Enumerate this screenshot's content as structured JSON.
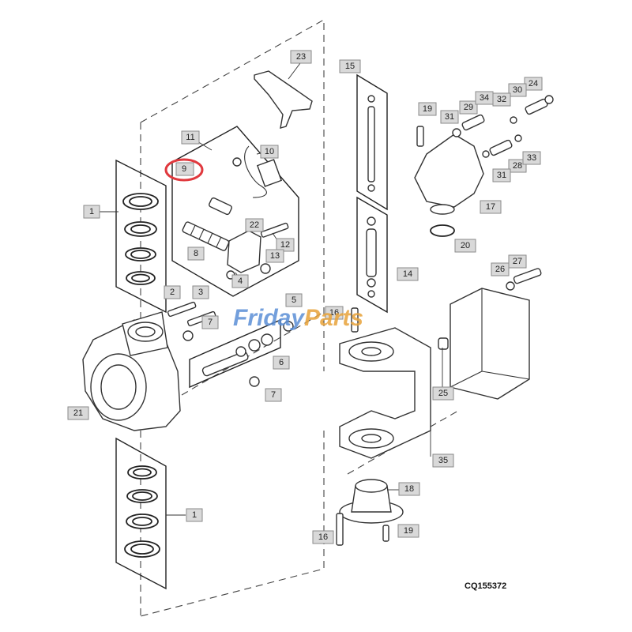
{
  "labels": [
    "1",
    "2",
    "3",
    "4",
    "5",
    "6",
    "7",
    "8",
    "9",
    "10",
    "11",
    "12",
    "13",
    "14",
    "15",
    "16",
    "17",
    "18",
    "19",
    "20",
    "21",
    "22",
    "23",
    "24",
    "25",
    "26",
    "27",
    "28",
    "29",
    "30",
    "31",
    "32",
    "33",
    "34",
    "35"
  ],
  "watermark": {
    "text1": "Friday",
    "text2": "Parts",
    "color1": "#5b8fd6",
    "color2": "#e8a33a"
  },
  "catalog_number": "CQ155372",
  "highlight_color": "#e0393e"
}
